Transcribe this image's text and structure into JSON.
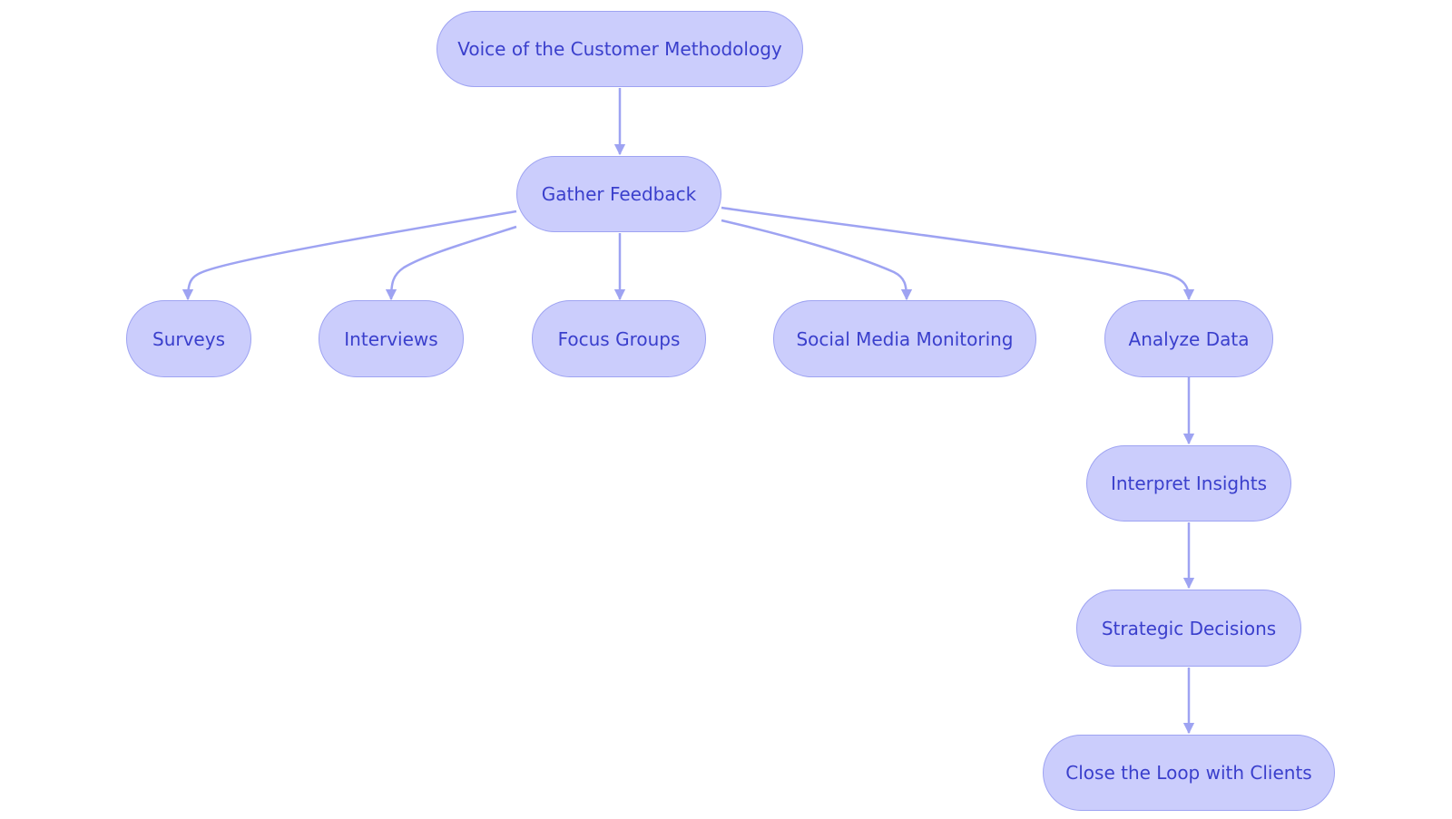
{
  "colors": {
    "node_fill": "#cbcdfc",
    "node_border": "#9ea3f2",
    "node_text": "#3a3fcc",
    "edge": "#9ea3f2",
    "background": "#ffffff"
  },
  "nodes": {
    "voc": "Voice of the Customer Methodology",
    "gather": "Gather Feedback",
    "surveys": "Surveys",
    "interviews": "Interviews",
    "focus": "Focus Groups",
    "social": "Social Media Monitoring",
    "analyze": "Analyze Data",
    "interpret": "Interpret Insights",
    "strategic": "Strategic Decisions",
    "close": "Close the Loop with Clients"
  },
  "edges": [
    [
      "voc",
      "gather"
    ],
    [
      "gather",
      "surveys"
    ],
    [
      "gather",
      "interviews"
    ],
    [
      "gather",
      "focus"
    ],
    [
      "gather",
      "social"
    ],
    [
      "gather",
      "analyze"
    ],
    [
      "analyze",
      "interpret"
    ],
    [
      "interpret",
      "strategic"
    ],
    [
      "strategic",
      "close"
    ]
  ]
}
